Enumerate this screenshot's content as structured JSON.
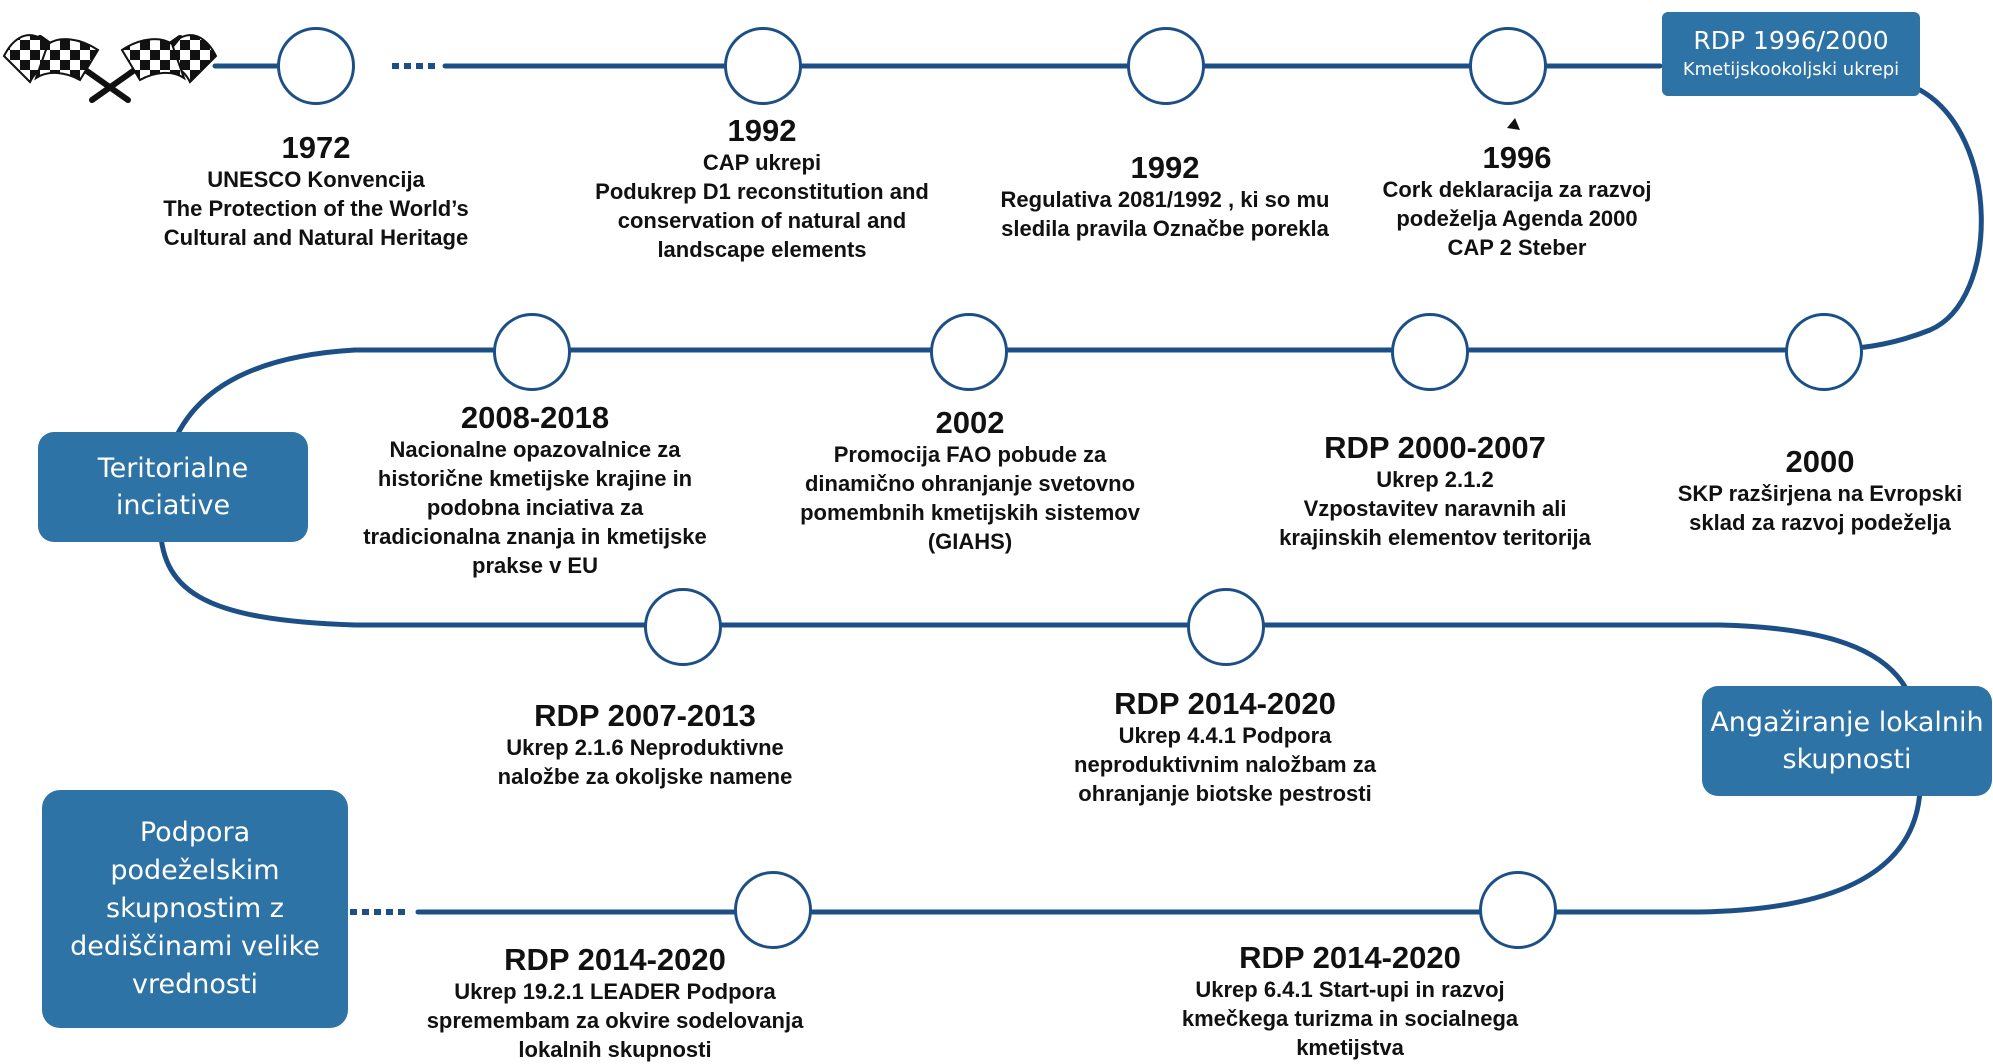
{
  "boxes": {
    "rdp_1996": {
      "title": "RDP 1996/2000",
      "subtitle": "Kmetijskookoljski ukrepi"
    },
    "teritorialne": [
      "Teritorialne",
      "inciative"
    ],
    "angaziranje": [
      "Angažiranje lokalnih",
      "skupnosti"
    ],
    "podpora": [
      "Podpora",
      "podeželskim",
      "skupnostim z",
      "dediščinami velike",
      "vrednosti"
    ]
  },
  "milestones": [
    {
      "title": "1972",
      "lines": [
        "UNESCO Konvencija",
        "The Protection of the World’s",
        "Cultural and Natural Heritage"
      ]
    },
    {
      "title": "1992",
      "lines": [
        "CAP ukrepi",
        "Podukrep D1 reconstitution and",
        "conservation of natural and",
        "landscape elements"
      ]
    },
    {
      "title": "1992",
      "lines": [
        "Regulativa 2081/1992 , ki so mu",
        "sledila pravila Označbe porekla"
      ]
    },
    {
      "title": "1996",
      "lines": [
        "Cork deklaracija za razvoj",
        "podeželja Agenda 2000",
        "CAP 2   Steber"
      ]
    },
    {
      "title": "2000",
      "lines": [
        "SKP razširjena na Evropski",
        "sklad za razvoj podeželja"
      ]
    },
    {
      "title": "RDP 2000-2007",
      "lines": [
        "Ukrep 2.1.2",
        "Vzpostavitev naravnih ali",
        "krajinskih elementov teritorija"
      ]
    },
    {
      "title": "2002",
      "lines": [
        "Promocija  FAO pobude za",
        "dinamično ohranjanje svetovno",
        "pomembnih kmetijskih sistemov",
        "(GIAHS)"
      ]
    },
    {
      "title": "2008-2018",
      "lines": [
        "Nacionalne opazovalnice za",
        "historične kmetijske krajine in",
        "podobna inciativa za",
        "tradicionalna znanja in kmetijske",
        "prakse v EU"
      ]
    },
    {
      "title": "RDP 2007-2013",
      "lines": [
        "Ukrep 2.1.6 Neproduktivne",
        "naložbe za okoljske namene"
      ]
    },
    {
      "title": "RDP 2014-2020",
      "lines": [
        "Ukrep 4.4.1 Podpora",
        "neproduktivnim naložbam za",
        "ohranjanje biotske pestrosti"
      ]
    },
    {
      "title": "RDP 2014-2020",
      "lines": [
        "Ukrep 19.2.1 LEADER Podpora",
        "spremembam za okvire sodelovanja",
        "lokalnih skupnosti"
      ]
    },
    {
      "title": "RDP 2014-2020",
      "lines": [
        "Ukrep 6.4.1 Start-upi in razvoj",
        "kmečkega turizma in socialnega",
        "kmetijstva"
      ]
    }
  ],
  "colors": {
    "track": "#1d4f87",
    "box": "#2e73a5",
    "box_text": "#ffffff"
  },
  "icons": {
    "start": "checkered-flags-icon"
  }
}
